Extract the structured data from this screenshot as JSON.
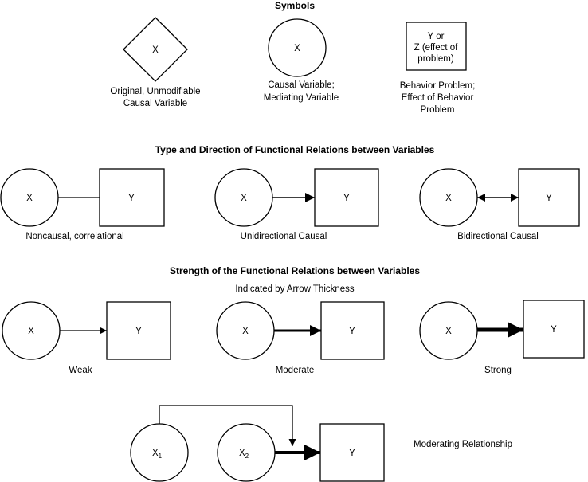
{
  "headings": {
    "symbols": "Symbols",
    "type_direction": "Type and Direction of Functional Relations between Variables",
    "strength": "Strength of the Functional Relations between Variables",
    "strength_sub": "Indicated by Arrow Thickness"
  },
  "symbols": {
    "diamond": {
      "label": "X",
      "caption_line1": "Original, Unmodifiable",
      "caption_line2": "Causal Variable"
    },
    "circle": {
      "label": "X",
      "caption_line1": "Causal Variable;",
      "caption_line2": "Mediating Variable"
    },
    "box": {
      "label_line1": "Y or",
      "label_line2": "Z (effect of",
      "label_line3": "problem)",
      "caption_line1": "Behavior Problem;",
      "caption_line2": "Effect of Behavior",
      "caption_line3": "Problem"
    }
  },
  "relations": {
    "noncausal": {
      "x": "X",
      "y": "Y",
      "caption": "Noncausal, correlational"
    },
    "unidirectional": {
      "x": "X",
      "y": "Y",
      "caption": "Unidirectional Causal"
    },
    "bidirectional": {
      "x": "X",
      "y": "Y",
      "caption": "Bidirectional Causal"
    }
  },
  "strength": {
    "weak": {
      "x": "X",
      "y": "Y",
      "caption": "Weak"
    },
    "moderate": {
      "x": "X",
      "y": "Y",
      "caption": "Moderate"
    },
    "strong": {
      "x": "X",
      "y": "Y",
      "caption": "Strong"
    }
  },
  "moderating": {
    "x1": "X",
    "x1_sub": "1",
    "x2": "X",
    "x2_sub": "2",
    "y": "Y",
    "caption": "Moderating Relationship"
  }
}
